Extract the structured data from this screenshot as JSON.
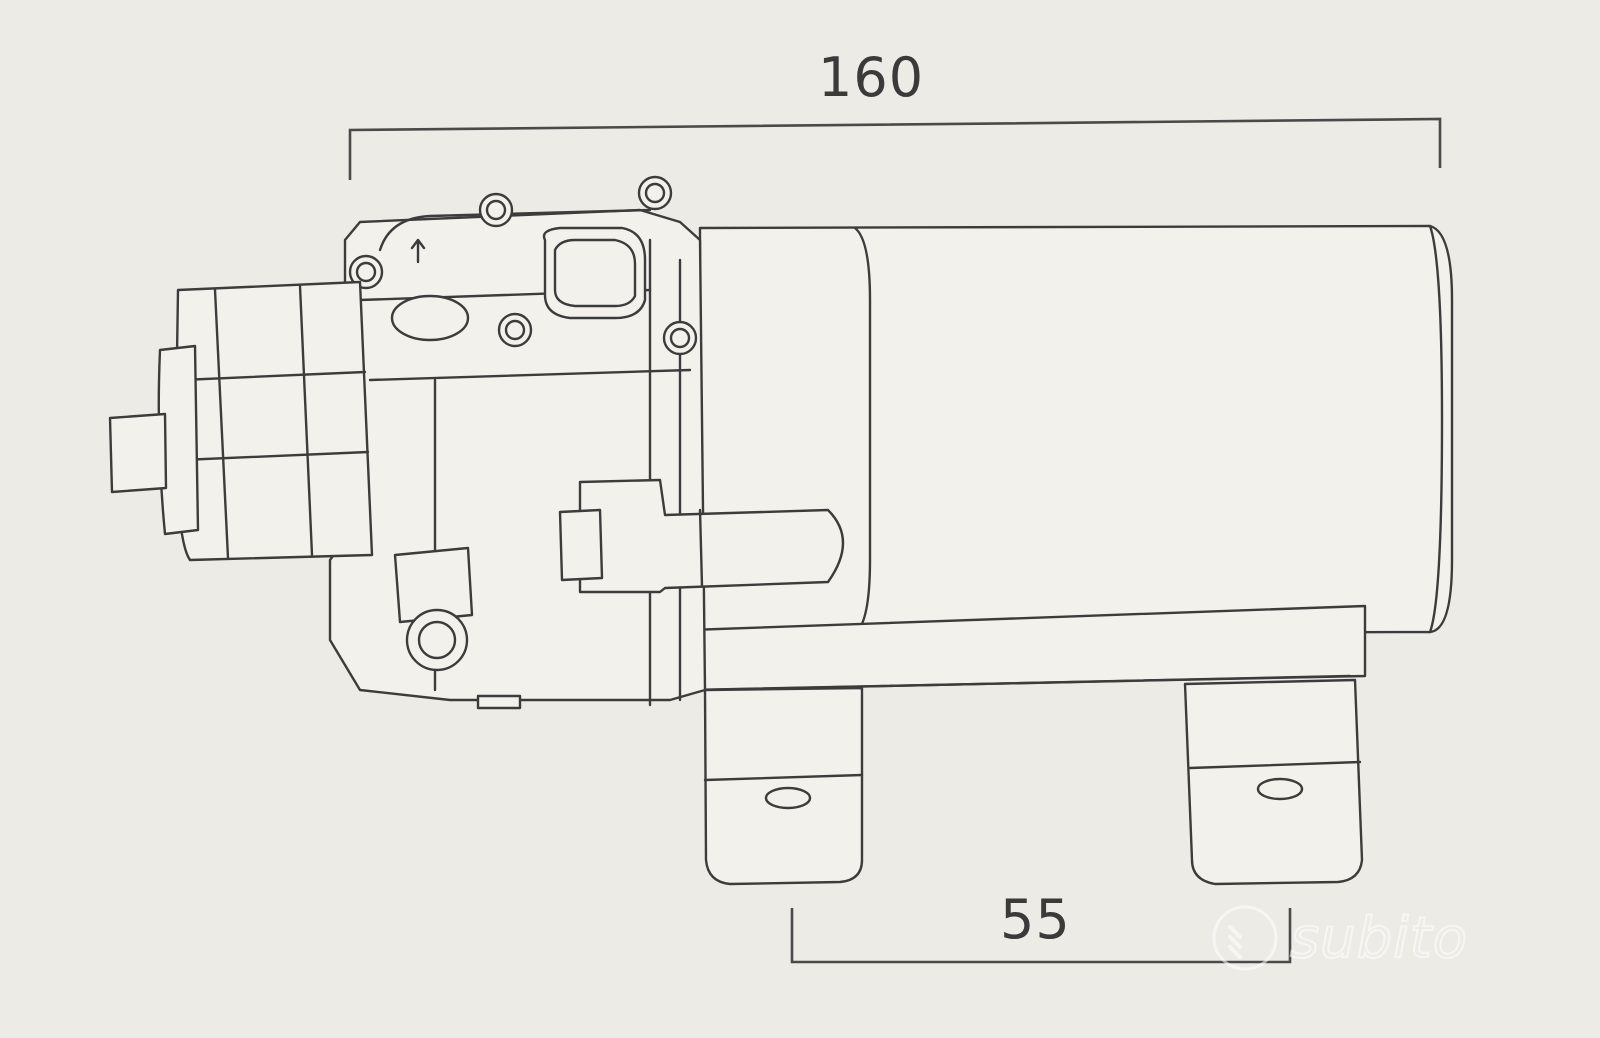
{
  "dimensions": {
    "overall_length": "160",
    "mount_spacing": "55"
  },
  "watermark": {
    "text": "subito",
    "icon": "subito-logo-icon"
  },
  "colors": {
    "background": "#ecebe6",
    "line": "#3c3c3c"
  }
}
